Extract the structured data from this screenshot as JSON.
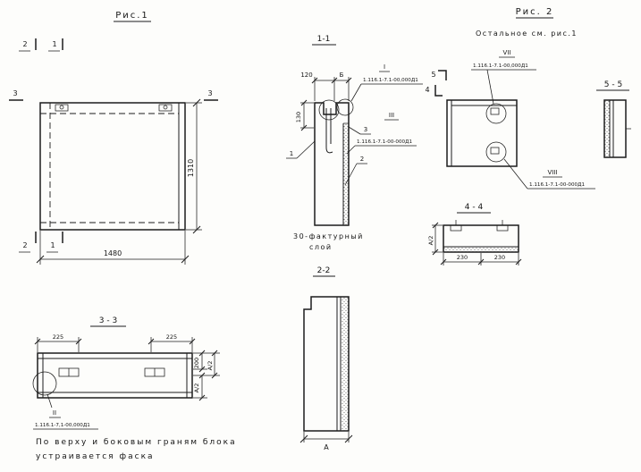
{
  "fig1": {
    "title": "Рис.1",
    "dim_width": "1480",
    "dim_height": "1310",
    "cut_marks": {
      "top_2": "2",
      "top_1": "1",
      "bottom_2": "2",
      "bottom_1": "1",
      "left_3": "3",
      "right_3": "3"
    }
  },
  "section_1_1": {
    "title": "1-1",
    "dims": {
      "d120": "120",
      "db": "Б",
      "d130": "130"
    },
    "parts": {
      "p1": "1",
      "p2": "2",
      "p3": "3"
    },
    "callout_I": {
      "label": "I",
      "doc": "1.116.1-7.1-00,000Д1"
    },
    "callout_III": {
      "label": "III",
      "doc": "1.116.1-7.1-00-000Д1"
    },
    "note_line1": "30-фактурный",
    "note_line2": "слой"
  },
  "section_2_2": {
    "title": "2-2",
    "dim_a": "А"
  },
  "fig2": {
    "title": "Рис. 2",
    "subtitle": "Остальное см. рис.1",
    "callout_VII": {
      "label": "VII",
      "doc": "1.116.1-7.1-00,000Д1"
    },
    "callout_VIII": {
      "label": "VIII",
      "doc": "1.116.1-7.1-00-000Д1"
    },
    "cut_marks": {
      "m5": "5",
      "m4": "4"
    }
  },
  "section_5_5": {
    "title": "5 - 5"
  },
  "section_4_4": {
    "title": "4 - 4",
    "dims": {
      "a2": "А/2",
      "d230_left": "230",
      "d230_right": "230"
    }
  },
  "section_3_3": {
    "title": "3 - 3",
    "dims": {
      "d225_left": "225",
      "d225_right": "225",
      "d200": "200",
      "a2_right": "А/2",
      "a2_bottom": "А/2"
    },
    "callout_II": {
      "label": "II",
      "doc": "1.116.1-7,1-00,000Д1"
    }
  },
  "footnote": {
    "line1": "По верху и боковым граням блока",
    "line2": "устраивается фаска"
  }
}
